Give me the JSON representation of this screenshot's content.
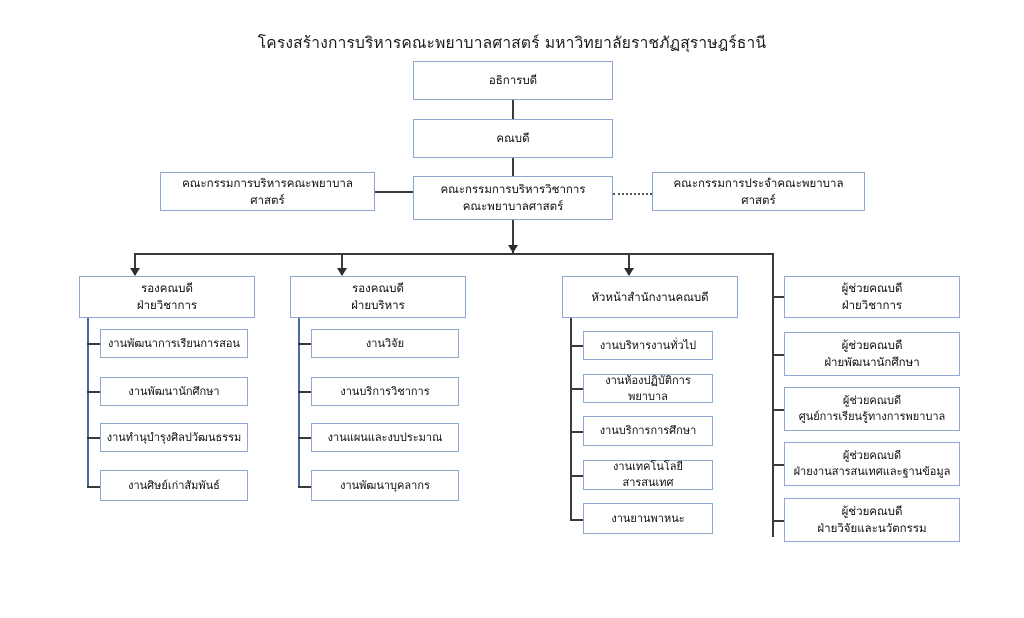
{
  "title": "โครงสร้างการบริหารคณะพยาบาลศาสตร์  มหาวิทยาลัยราชภัฏสุราษฎร์ธานี",
  "colors": {
    "box_border": "#8ea9d0",
    "connector": "#3a3a3a",
    "connector_blue": "#4a6a9e",
    "background": "#ffffff",
    "text": "#0d0d0d"
  },
  "nodes": {
    "rector": {
      "label": "อธิการบดี"
    },
    "dean": {
      "label": "คณบดี"
    },
    "exec_committee": {
      "label": "คณะกรรมการบริหารคณะพยาบาลศาสตร์"
    },
    "academic_committee": {
      "line1": "คณะกรรมการบริหารวิชาการ",
      "line2": "คณะพยาบาลศาสตร์"
    },
    "standing_committee": {
      "label": "คณะกรรมการประจำคณะพยาบาลศาสตร์"
    }
  },
  "columns": [
    {
      "head": {
        "line1": "รองคณบดี",
        "line2": "ฝ่ายวิชาการ"
      },
      "items": [
        {
          "label": "งานพัฒนาการเรียนการสอน"
        },
        {
          "label": "งานพัฒนานักศึกษา"
        },
        {
          "label": "งานทำนุบำรุงศิลปวัฒนธรรม"
        },
        {
          "label": "งานศิษย์เก่าสัมพันธ์"
        }
      ]
    },
    {
      "head": {
        "line1": "รองคณบดี",
        "line2": "ฝ่ายบริหาร"
      },
      "items": [
        {
          "label": "งานวิจัย"
        },
        {
          "label": "งานบริการวิชาการ"
        },
        {
          "label": "งานแผนและงบประมาณ"
        },
        {
          "label": "งานพัฒนาบุคลากร"
        }
      ]
    },
    {
      "head": {
        "line1": "หัวหน้าสำนักงานคณบดี",
        "line2": ""
      },
      "items": [
        {
          "label": "งานบริหารงานทั่วไป"
        },
        {
          "label": "งานห้องปฏิบัติการพยาบาล"
        },
        {
          "label": "งานบริการการศึกษา"
        },
        {
          "label": "งานเทคโนโลยีสารสนเทศ"
        },
        {
          "label": "งานยานพาหนะ"
        }
      ]
    },
    {
      "head": null,
      "items": [
        {
          "line1": "ผู้ช่วยคณบดี",
          "line2": "ฝ่ายวิชาการ"
        },
        {
          "line1": "ผู้ช่วยคณบดี",
          "line2": "ฝ่ายพัฒนานักศึกษา"
        },
        {
          "line1": "ผู้ช่วยคณบดี",
          "line2": "ศูนย์การเรียนรู้ทางการพยาบาล"
        },
        {
          "line1": "ผู้ช่วยคณบดี",
          "line2": "ฝ่ายงานสารสนเทศและฐานข้อมูล"
        },
        {
          "line1": "ผู้ช่วยคณบดี",
          "line2": "ฝ่ายวิจัยและนวัตกรรม"
        }
      ]
    }
  ]
}
